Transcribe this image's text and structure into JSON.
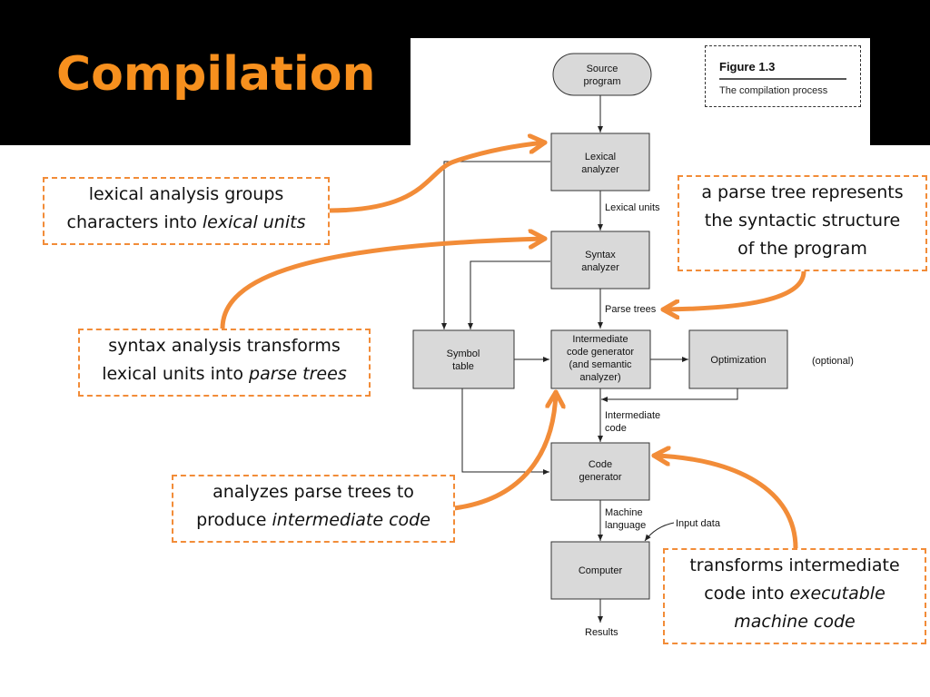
{
  "slide": {
    "title": "Compilation"
  },
  "figure": {
    "caption_number": "Figure 1.3",
    "caption_text": "The compilation process",
    "nodes": {
      "source": [
        "Source",
        "program"
      ],
      "lexical": [
        "Lexical",
        "analyzer"
      ],
      "syntax": [
        "Syntax",
        "analyzer"
      ],
      "symbol": [
        "Symbol",
        "table"
      ],
      "intermediate": [
        "Intermediate",
        "code generator",
        "(and semantic",
        "analyzer)"
      ],
      "optimization": [
        "Optimization"
      ],
      "codegen": [
        "Code",
        "generator"
      ],
      "computer": [
        "Computer"
      ]
    },
    "edge_labels": {
      "lexical_units": "Lexical units",
      "parse_trees": "Parse trees",
      "intermediate_code": [
        "Intermediate",
        "code"
      ],
      "machine_language": [
        "Machine",
        "language"
      ],
      "input_data": "Input data",
      "results": "Results",
      "optional": "(optional)"
    }
  },
  "callouts": {
    "lexical": {
      "line1": "lexical analysis groups",
      "line2_prefix": "characters into ",
      "line2_emph": "lexical units"
    },
    "parse_tree": {
      "line1": "a parse tree represents",
      "line2": "the syntactic structure",
      "line3": "of the program"
    },
    "syntax": {
      "line1": "syntax analysis transforms",
      "line2_prefix": "lexical units into ",
      "line2_emph": "parse trees"
    },
    "intermediate": {
      "line1": "analyzes parse trees to",
      "line2_prefix": "produce ",
      "line2_emph": "intermediate code"
    },
    "codegen": {
      "line1": "transforms intermediate",
      "line2_prefix": "code into ",
      "line2_emph": "executable",
      "line3_emph": "machine code"
    }
  },
  "colors": {
    "accent": "#f28c38",
    "title": "#f7901e",
    "box_fill": "#d9d9d9"
  }
}
